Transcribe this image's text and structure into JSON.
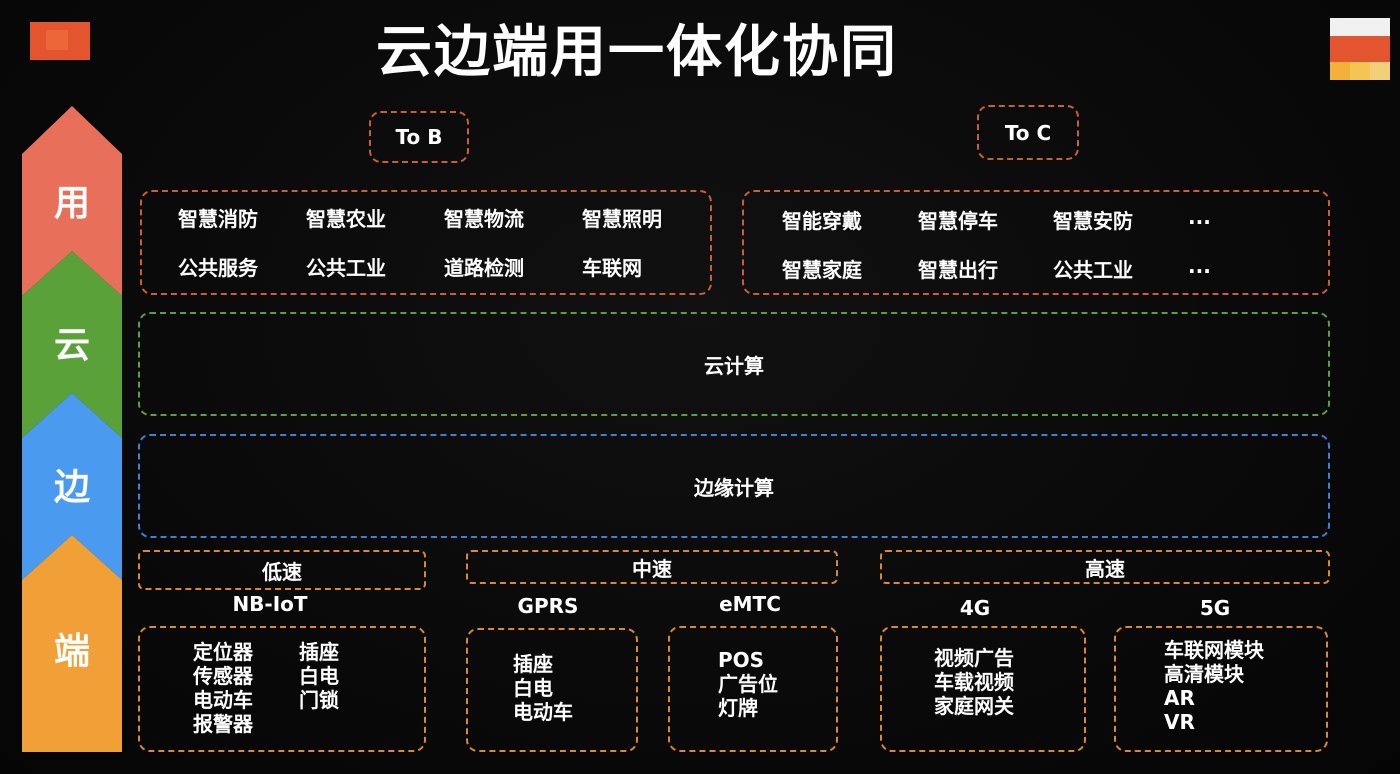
{
  "title": "云边端用一体化协同",
  "layers": [
    {
      "label": "用",
      "color": "#e8705a"
    },
    {
      "label": "云",
      "color": "#5aa13a"
    },
    {
      "label": "边",
      "color": "#4a9bf0"
    },
    {
      "label": "端",
      "color": "#f0a036"
    }
  ],
  "to_b": {
    "tag": "To B",
    "items": [
      [
        "智慧消防",
        "智慧农业",
        "智慧物流",
        "智慧照明"
      ],
      [
        "公共服务",
        "公共工业",
        "道路检测",
        "车联网"
      ]
    ]
  },
  "to_c": {
    "tag": "To C",
    "items": [
      [
        "智能穿戴",
        "智慧停车",
        "智慧安防",
        "..."
      ],
      [
        "智慧家庭",
        "智慧出行",
        "公共工业",
        "..."
      ]
    ]
  },
  "cloud_label": "云计算",
  "edge_label": "边缘计算",
  "speeds": {
    "low": "低速",
    "mid": "中速",
    "high": "高速"
  },
  "protocols": {
    "nbiot": {
      "name": "NB-IoT",
      "col1": [
        "定位器",
        "传感器",
        "电动车",
        "报警器"
      ],
      "col2": [
        "插座",
        "白电",
        "门锁"
      ]
    },
    "gprs": {
      "name": "GPRS",
      "items": [
        "插座",
        "白电",
        "电动车"
      ]
    },
    "emtc": {
      "name": "eMTC",
      "items": [
        "POS",
        "广告位",
        "灯牌"
      ]
    },
    "g4": {
      "name": "4G",
      "items": [
        "视频广告",
        "车载视频",
        "家庭网关"
      ]
    },
    "g5": {
      "name": "5G",
      "items": [
        "车联网模块",
        "高清模块",
        "AR",
        "VR"
      ]
    }
  }
}
